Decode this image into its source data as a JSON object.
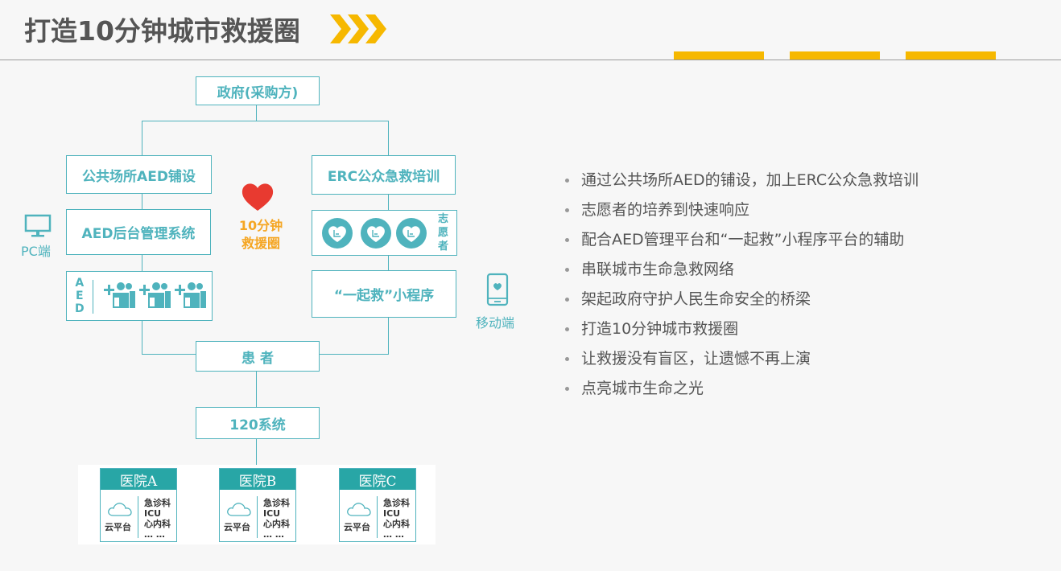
{
  "header": {
    "title": "打造10分钟城市救援圈",
    "accent_color": "#f6b800"
  },
  "diagram": {
    "government": "政府(采购方)",
    "aed_deploy": "公共场所AED铺设",
    "erc_training": "ERC公众急救培训",
    "aed_backend": "AED后台管理系统",
    "aed_vertical": [
      "A",
      "E",
      "D"
    ],
    "volunteer_vertical": [
      "志",
      "愿",
      "者"
    ],
    "mini_program": "“一起救”小程序",
    "patient": "患 者",
    "system_120": "120系统",
    "center_label": [
      "10分钟",
      "救援圈"
    ],
    "pc_label": "PC端",
    "mobile_label": "移动端",
    "hospitals": [
      {
        "name": "医院A",
        "cloud": "云平台",
        "depts": [
          "急诊科",
          "ICU",
          "心内科",
          "… …"
        ]
      },
      {
        "name": "医院B",
        "cloud": "云平台",
        "depts": [
          "急诊科",
          "ICU",
          "心内科",
          "… …"
        ]
      },
      {
        "name": "医院C",
        "cloud": "云平台",
        "depts": [
          "急诊科",
          "ICU",
          "心内科",
          "… …"
        ]
      }
    ],
    "colors": {
      "teal": "#4fb3bd",
      "hospital_header": "#28a6a6",
      "heart": "#e83a30",
      "center_text": "#f5a623"
    }
  },
  "bullets": [
    "通过公共场所AED的铺设，加上ERC公众急救培训",
    "志愿者的培养到快速响应",
    "配合AED管理平台和“一起救”小程序平台的辅助",
    "串联城市生命急救网络",
    "架起政府守护人民生命安全的桥梁",
    "打造10分钟城市救援圈",
    "让救援没有盲区，让遗憾不再上演",
    "点亮城市生命之光"
  ]
}
